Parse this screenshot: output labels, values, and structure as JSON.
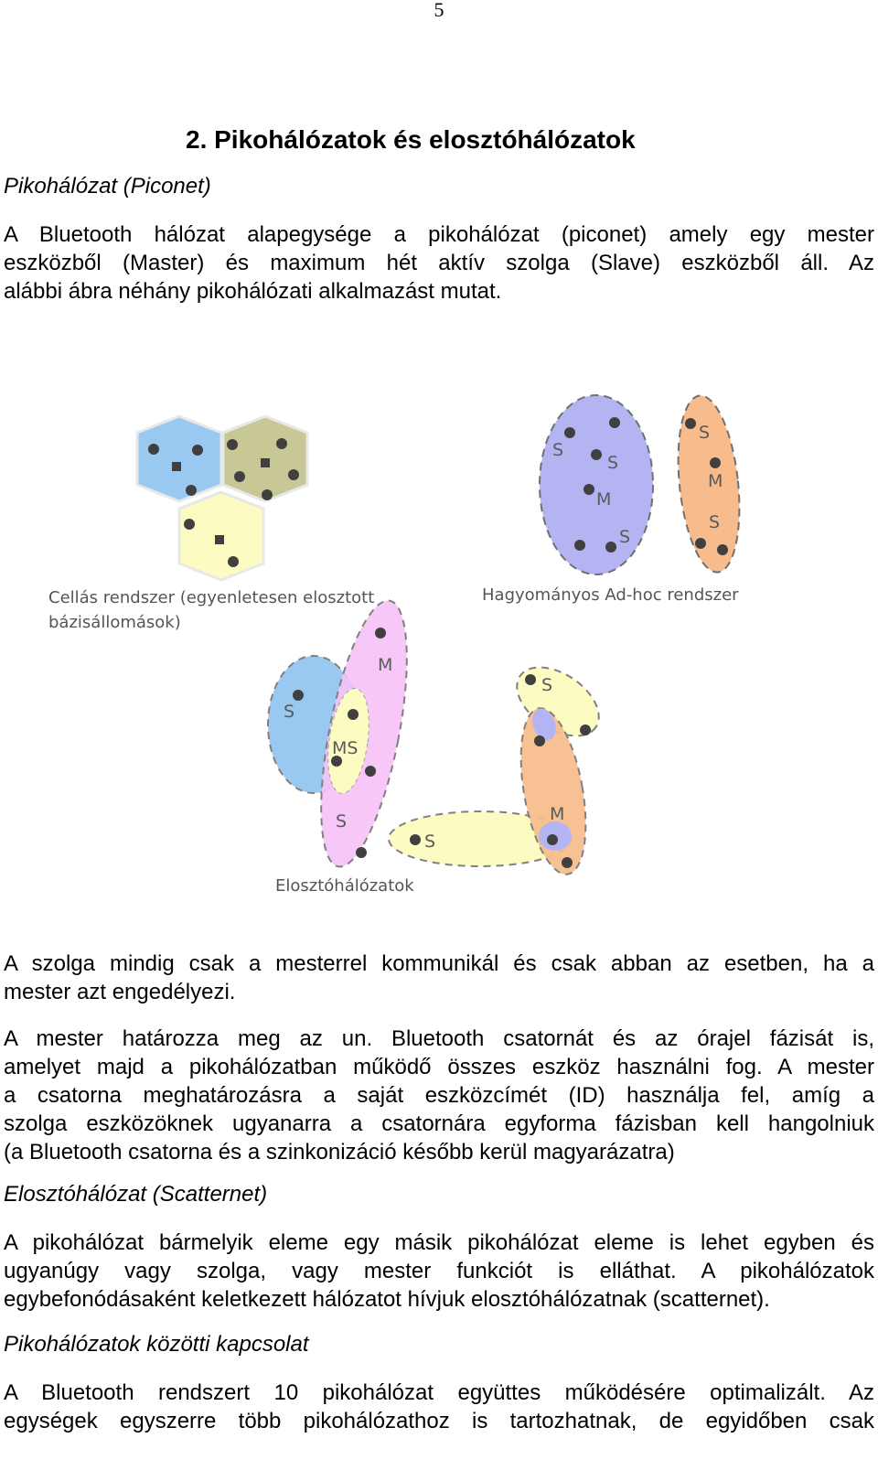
{
  "page_number": "5",
  "section_heading": "2. Pikohálózatok és elosztóhálózatok",
  "subheading_piconet": "Pikohálózat (Piconet)",
  "para1": [
    "A Bluetooth hálózat alapegysége a pikohálózat (piconet) amely egy mester",
    "eszközből (Master) és maximum hét aktív szolga (Slave) eszközből áll.  Az",
    "alábbi ábra néhány pikohálózati alkalmazást mutat."
  ],
  "figure": {
    "caption_cellular_1": "Cellás rendszer (egyenletesen elosztott",
    "caption_cellular_2": "bázisállomások)",
    "caption_adhoc": "Hagyományos Ad-hoc rendszer",
    "caption_scatternet": "Elosztóhálózatok",
    "label_s": "S",
    "label_m": "M",
    "label_ms": "MS",
    "colors": {
      "blue": "#99c8f0",
      "olive": "#c8c896",
      "yellow": "#fbfbc2",
      "lavender": "#b4b4f2",
      "orange": "#f8bc8c",
      "pink": "#f6c2f6"
    }
  },
  "para2": [
    "A szolga mindig csak a mesterrel kommunikál és csak abban az esetben, ha a",
    "mester azt engedélyezi."
  ],
  "para3": [
    "A mester határozza meg az un. Bluetooth csatornát és az órajel fázisát is,",
    "amelyet majd a pikohálózatban működő összes eszköz használni fog. A mester",
    "a csatorna meghatározásra a saját eszközcímét (ID) használja fel, amíg a",
    "szolga eszközöknek ugyanarra a csatornára egyforma fázisban kell hangolniuk",
    "(a Bluetooth csatorna és a szinkonizáció később kerül magyarázatra)"
  ],
  "subheading_scatternet": "Elosztóhálózat (Scatternet)",
  "para4": [
    "A pikohálózat bármelyik eleme egy másik pikohálózat eleme is lehet egyben és",
    "ugyanúgy vagy szolga, vagy mester funkciót is elláthat. A pikohálózatok",
    "egybefonódásaként keletkezett hálózatot hívjuk elosztóhálózatnak (scatternet)."
  ],
  "subheading_connection": "Pikohálózatok közötti kapcsolat",
  "para5": [
    "A Bluetooth rendszert 10 pikohálózat együttes működésére optimalizált. Az",
    "egységek egyszerre több pikohálózathoz is tartozhatnak, de egyidőben csak"
  ]
}
